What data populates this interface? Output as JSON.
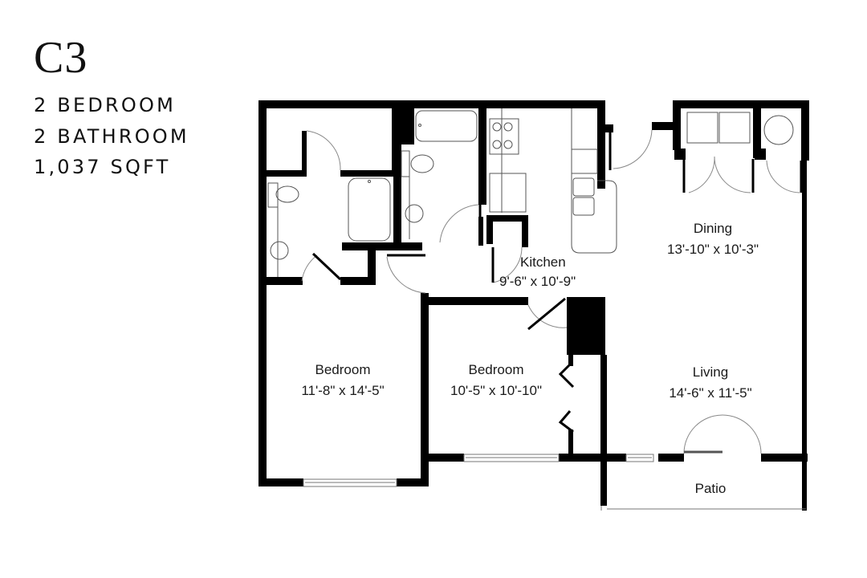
{
  "unit": {
    "code": "C3",
    "bedrooms": "2 BEDROOM",
    "bathrooms": "2 BATHROOM",
    "area": "1,037 SQFT"
  },
  "rooms": [
    {
      "name": "Kitchen",
      "dimensions": "9'-6\" x 10'-9\""
    },
    {
      "name": "Dining",
      "dimensions": "13'-10\" x 10'-3\""
    },
    {
      "name": "Bedroom",
      "dimensions": "11'-8\" x 14'-5\""
    },
    {
      "name": "Bedroom",
      "dimensions": "10'-5\" x 10'-10\""
    },
    {
      "name": "Living",
      "dimensions": "14'-6\" x 11'-5\""
    },
    {
      "name": "Patio",
      "dimensions": ""
    }
  ],
  "colors": {
    "wall": "#000000",
    "fixture": "#555555",
    "background": "#ffffff"
  }
}
